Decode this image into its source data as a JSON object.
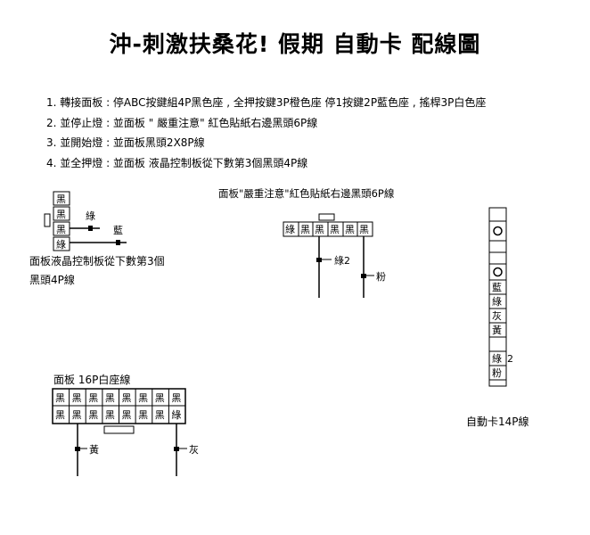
{
  "title": "沖-刺激扶桑花! 假期  自動卡 配線圖",
  "instructions": [
    "1. 轉接面板 : 停ABC按鍵組4P黑色座 , 全押按鍵3P橙色座 停1按鍵2P藍色座 , 搖桿3P白色座",
    "2.  並停止燈 : 並面板 \" 嚴重注意\" 紅色貼紙右邊黑頭6P線",
    "3.  並開始燈 : 並面板黑頭2X8P線",
    "4. 並全押燈 : 並面板    液晶控制板從下數第3個黑頭4P線"
  ],
  "connector_4p": {
    "pins": [
      "黑",
      "黑",
      "黑",
      "綠"
    ],
    "wire_green": "綠",
    "wire_blue": "藍",
    "caption_line1": "面板液晶控制板從下數第3個",
    "caption_line2": "黑頭4P線"
  },
  "connector_6p": {
    "caption": "面板\"嚴重注意\"紅色貼紙右邊黑頭6P線",
    "pins": [
      "綠",
      "黑",
      "黑",
      "黑",
      "黑",
      "黑"
    ],
    "wire_a": "綠2",
    "wire_b": "粉"
  },
  "connector_16p": {
    "caption": "面板 16P白座線",
    "row_top": [
      "黑",
      "黑",
      "黑",
      "黑",
      "黑",
      "黑",
      "黑",
      "黑"
    ],
    "row_bottom": [
      "黑",
      "黑",
      "黑",
      "黑",
      "黑",
      "黑",
      "黑",
      "綠"
    ],
    "wire_yellow": "黃",
    "wire_gray": "灰"
  },
  "connector_14p": {
    "caption": "自動卡14P線",
    "labels": [
      "藍",
      "綠",
      "灰",
      "黃",
      "綠",
      "粉"
    ],
    "suffix": "2"
  }
}
